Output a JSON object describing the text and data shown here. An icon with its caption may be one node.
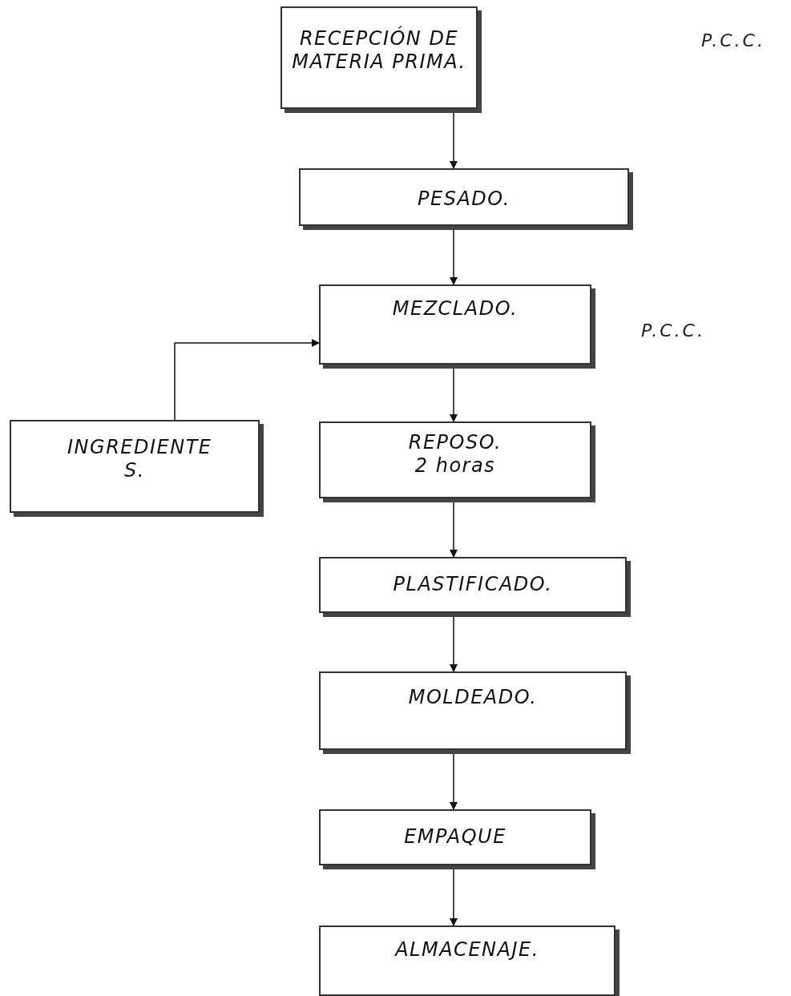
{
  "diagram": {
    "nodes": [
      {
        "text": [
          "RECEPCIÓN DE MATERIA PRIMA."
        ]
      },
      {
        "text": [
          "PESADO."
        ]
      },
      {
        "text": [
          "MEZCLADO."
        ]
      },
      {
        "text": [
          "INGREDIENTE S."
        ]
      },
      {
        "text": [
          "REPOSO.",
          "2 horas"
        ]
      },
      {
        "text": [
          "PLASTIFICADO."
        ]
      },
      {
        "text": [
          "MOLDEADO."
        ]
      },
      {
        "text": [
          "EMPAQUE"
        ]
      },
      {
        "text": [
          "ALMACENAJE."
        ]
      }
    ],
    "edges": [
      {
        "from": 0,
        "to": 1,
        "arrow": "to"
      },
      {
        "from": 1,
        "to": 2,
        "arrow": "to"
      },
      {
        "from": 3,
        "to": 2,
        "arrow": "to"
      },
      {
        "from": 2,
        "to": 4,
        "arrow": "to"
      },
      {
        "from": 4,
        "to": 5,
        "arrow": "to"
      },
      {
        "from": 5,
        "to": 6,
        "arrow": "to"
      },
      {
        "from": 6,
        "to": 7,
        "arrow": "to"
      },
      {
        "from": 7,
        "to": 8,
        "arrow": "to"
      }
    ],
    "labels": [
      "P.C.C.",
      "P.C.C."
    ]
  }
}
